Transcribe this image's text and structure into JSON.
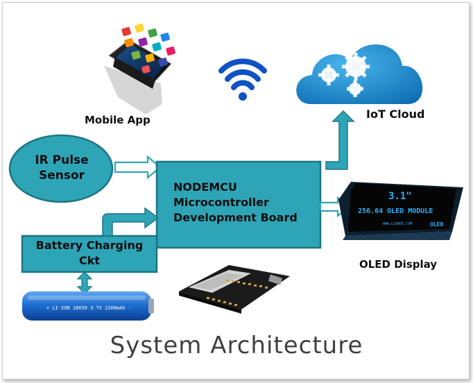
{
  "title": "System Architecture",
  "blocks": {
    "mobile_app": "Mobile App",
    "iot_cloud": "IoT Cloud",
    "ir_sensor_line1": "IR Pulse",
    "ir_sensor_line2": "Sensor",
    "mcu_line1": "NODEMCU",
    "mcu_line2": "Microcontroller",
    "mcu_line3": "Development Board",
    "battery_line1": "Battery Charging",
    "battery_line2": "Ckt",
    "oled": "OLED Display"
  },
  "oled_screen": {
    "line1": "3.1\"",
    "line2": "256.64 OLED MODULE",
    "line3": "WWW.LCDBOE.COM",
    "tag": "OLED"
  },
  "battery_cell": {
    "text": "+ LI-ION 18650 3.7V 2200mAh -"
  },
  "colors": {
    "block_fill": "#2ea5b7",
    "block_border": "#1c7483",
    "arrow_fill": "#ffffff",
    "cloud": "#1e90cf",
    "wifi": "#0f52c4",
    "title": "#404040"
  }
}
